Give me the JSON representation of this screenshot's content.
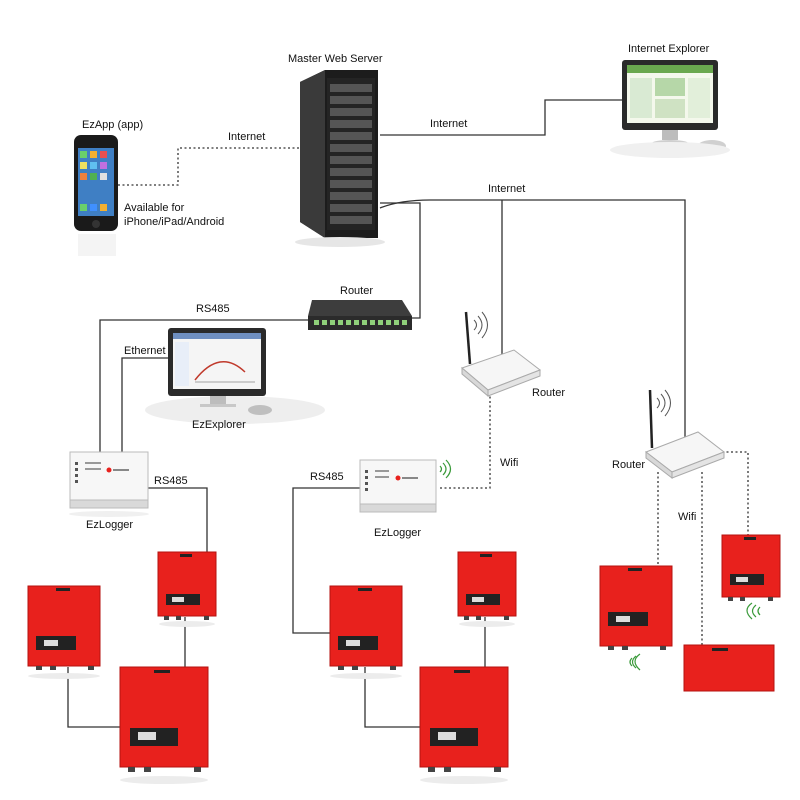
{
  "labels": {
    "master_server": "Master Web Server",
    "internet_explorer": "Internet Explorer",
    "ezapp": "EzApp (app)",
    "available": "Available for",
    "platforms": "iPhone/iPad/Android",
    "internet_left": "Internet",
    "internet_right": "Internet",
    "internet_mid": "Internet",
    "rs485_top": "RS485",
    "router_switch": "Router",
    "ethernet": "Ethernet",
    "ezexplorer": "EzExplorer",
    "ezlogger_left": "EzLogger",
    "ezlogger_mid": "EzLogger",
    "rs485_left": "RS485",
    "rs485_mid": "RS485",
    "router_mid": "Router",
    "wifi_mid": "Wifi",
    "router_right": "Router",
    "wifi_right": "Wifi"
  },
  "colors": {
    "inverter": "#e8211d",
    "inverter_dark": "#b5120f",
    "server": "#2a2a2a",
    "line": "#333333"
  },
  "icons": [
    "smartphone-icon",
    "server-rack-icon",
    "monitor-icon",
    "network-switch-icon",
    "wifi-router-icon",
    "data-logger-icon",
    "inverter-icon",
    "wifi-signal-icon"
  ]
}
